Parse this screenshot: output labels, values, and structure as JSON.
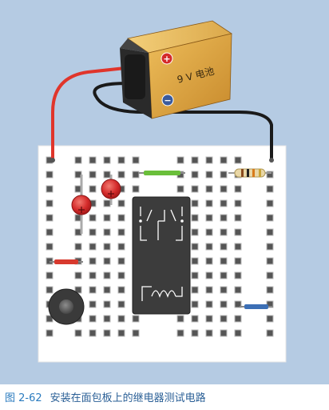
{
  "figure": {
    "caption_number": "图 2-62",
    "caption_text": "安装在面包板上的继电器测试电路"
  },
  "battery": {
    "label": "9 V 电池",
    "plus_symbol": "+",
    "minus_symbol": "−"
  },
  "colors": {
    "background": "#b5cbe3",
    "breadboard": "#ffffff",
    "battery_body": "#d9a13f",
    "battery_cap": "#2a2a2a",
    "positive_wire": "#e0352b",
    "negative_wire": "#1a1a1a",
    "led": "#d42a2a",
    "relay": "#3c3c3c",
    "jumper_green": "#6abf3a",
    "jumper_red": "#d83a2e",
    "jumper_blue": "#3c6fb5",
    "caption_number": "#2a7bbf",
    "caption_text": "#2a5f96"
  },
  "icons": [
    "battery-icon",
    "led-icon",
    "relay-icon",
    "resistor-icon",
    "pushbutton-icon",
    "jumper-wire-icon"
  ]
}
